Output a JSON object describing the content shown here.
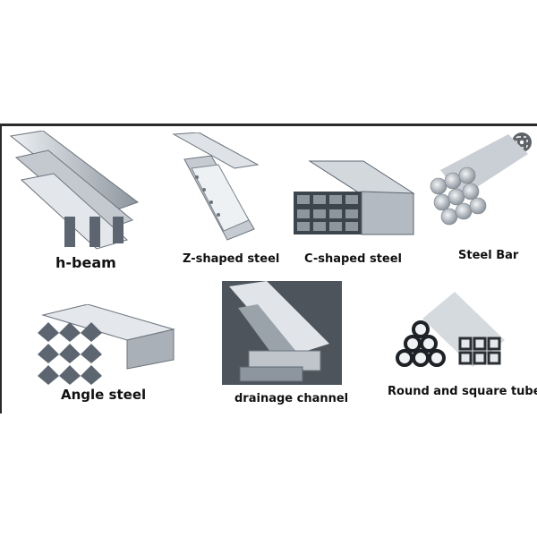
{
  "products": [
    {
      "id": "h-beam",
      "label": "h-beam"
    },
    {
      "id": "z-shaped-steel",
      "label": "Z-shaped steel"
    },
    {
      "id": "c-shaped-steel",
      "label": "C-shaped steel"
    },
    {
      "id": "steel-bar",
      "label": "Steel Bar"
    },
    {
      "id": "angle-steel",
      "label": "Angle steel"
    },
    {
      "id": "drainage-channel",
      "label": "drainage channel"
    },
    {
      "id": "round-square-tubes",
      "label": "Round and square tubes"
    }
  ],
  "overlay": {
    "icon": "image-search-icon"
  },
  "colors": {
    "steel_light": "#d7dbe0",
    "steel_mid": "#a9b0b8",
    "steel_dark": "#5d6670",
    "frame": "#2b2b2b"
  }
}
